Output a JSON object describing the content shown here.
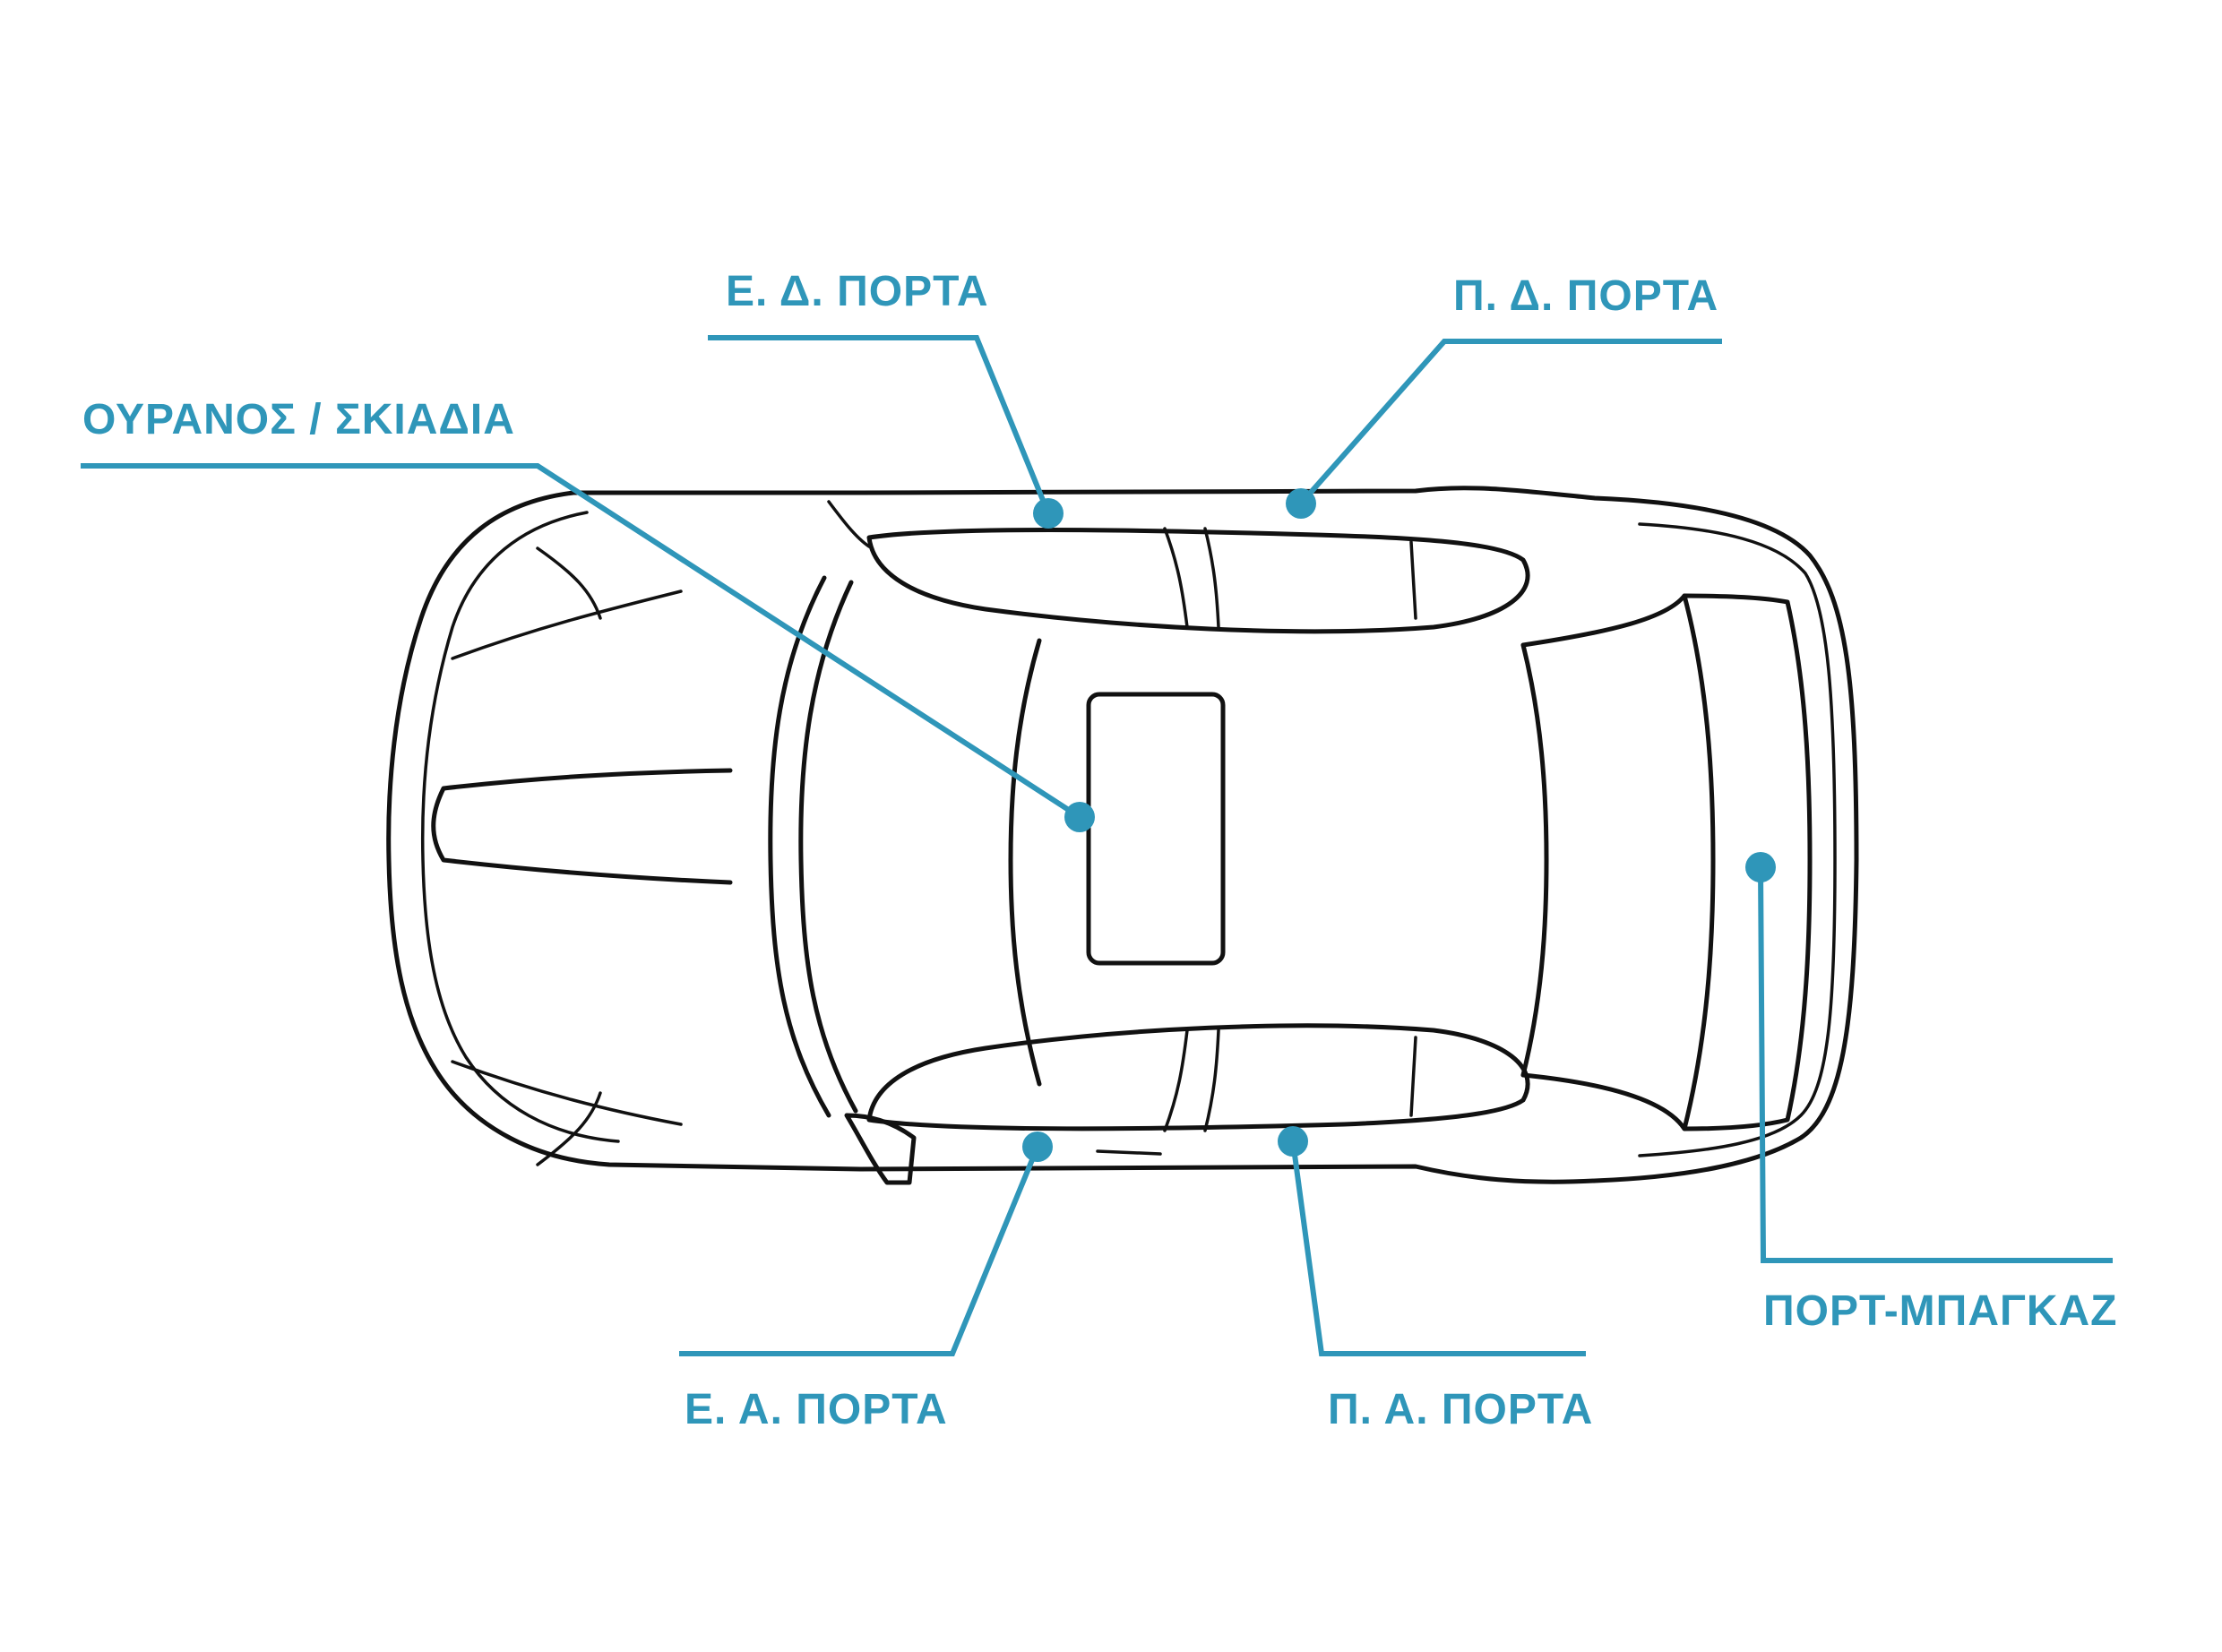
{
  "colors": {
    "accent": "#2f96b9",
    "outline": "#111111",
    "background": "#ffffff"
  },
  "callouts": [
    {
      "id": "roof",
      "label": "ΟΥΡΑΝΟΣ / ΣΚΙΑΔΙΑ"
    },
    {
      "id": "front-right-door",
      "label": "Ε. Δ. ΠΟΡΤΑ"
    },
    {
      "id": "rear-right-door",
      "label": "Π. Δ. ΠΟΡΤΑ"
    },
    {
      "id": "tailgate",
      "label": "ΠΟΡΤ-ΜΠΑΓΚΑΖ"
    },
    {
      "id": "front-left-door",
      "label": "Ε. Α. ΠΟΡΤΑ"
    },
    {
      "id": "rear-left-door",
      "label": "Π. Α. ΠΟΡΤΑ"
    }
  ]
}
